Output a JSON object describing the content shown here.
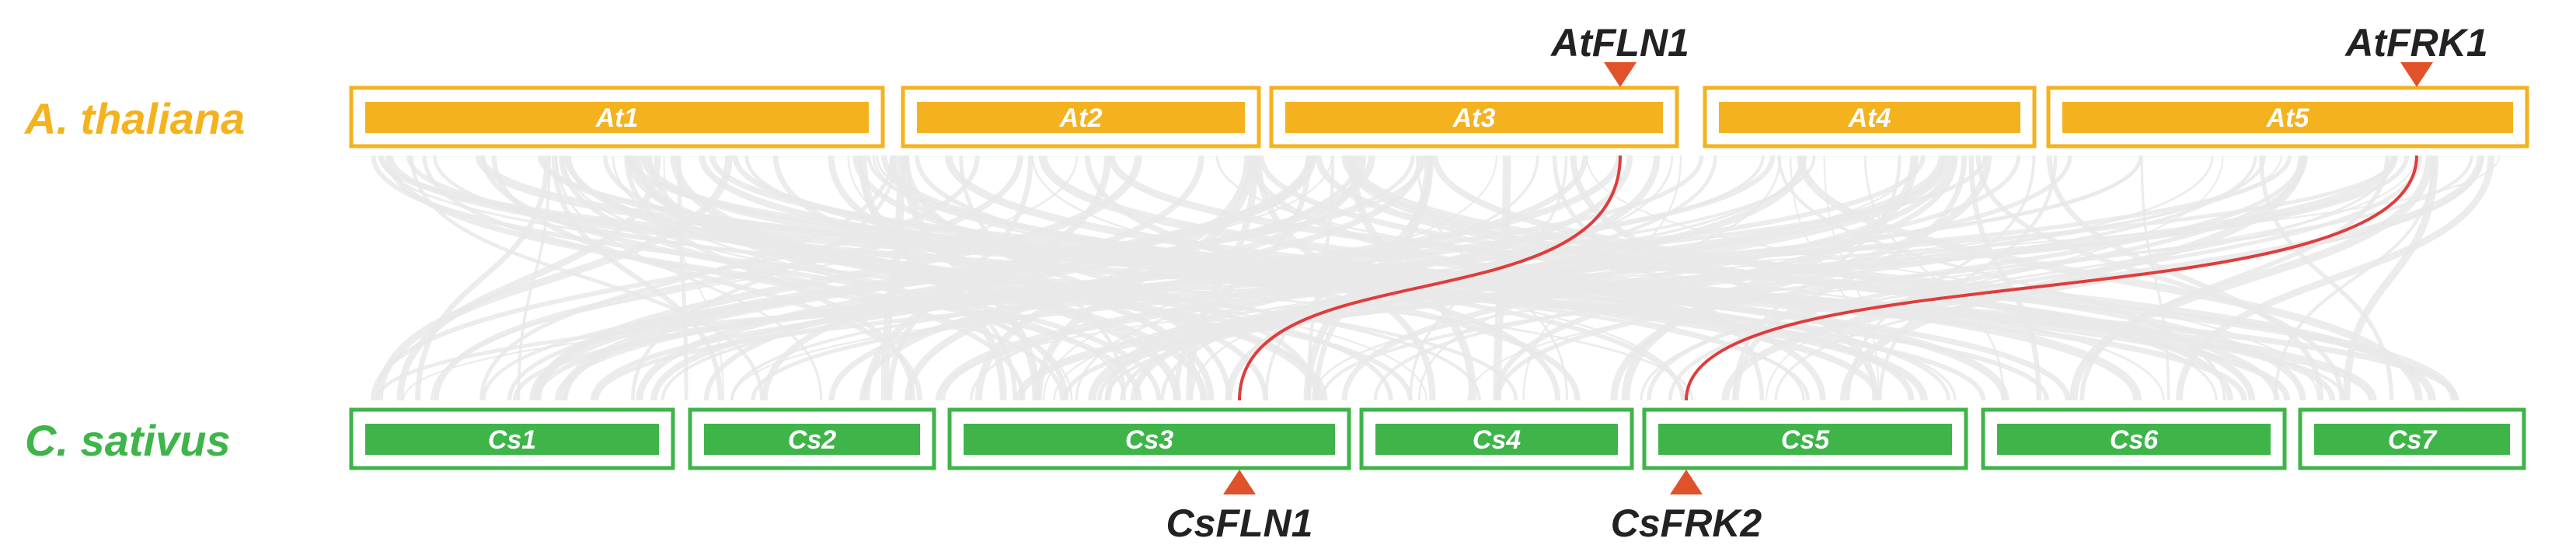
{
  "colors": {
    "a_thaliana": "#F4B21F",
    "c_sativus": "#3EB449",
    "link": "#E03C3C",
    "marker": "#E0522A",
    "background_links": "#E9E9E9",
    "gene_text": "#222222"
  },
  "genome_a": {
    "species": "A. thaliana",
    "chromosomes": [
      {
        "id": "at1",
        "label": "At1"
      },
      {
        "id": "at2",
        "label": "At2"
      },
      {
        "id": "at3",
        "label": "At3"
      },
      {
        "id": "at4",
        "label": "At4"
      },
      {
        "id": "at5",
        "label": "At5"
      }
    ]
  },
  "genome_b": {
    "species": "C. sativus",
    "chromosomes": [
      {
        "id": "cs1",
        "label": "Cs1"
      },
      {
        "id": "cs2",
        "label": "Cs2"
      },
      {
        "id": "cs3",
        "label": "Cs3"
      },
      {
        "id": "cs4",
        "label": "Cs4"
      },
      {
        "id": "cs5",
        "label": "Cs5"
      },
      {
        "id": "cs6",
        "label": "Cs6"
      },
      {
        "id": "cs7",
        "label": "Cs7"
      }
    ]
  },
  "genes": {
    "at_fln1": "AtFLN1",
    "at_frk1": "AtFRK1",
    "cs_fln1": "CsFLN1",
    "cs_frk2": "CsFRK2"
  },
  "syntenic_pairs": [
    {
      "from": "AtFLN1",
      "to": "CsFLN1"
    },
    {
      "from": "AtFRK1",
      "to": "CsFRK2"
    }
  ]
}
